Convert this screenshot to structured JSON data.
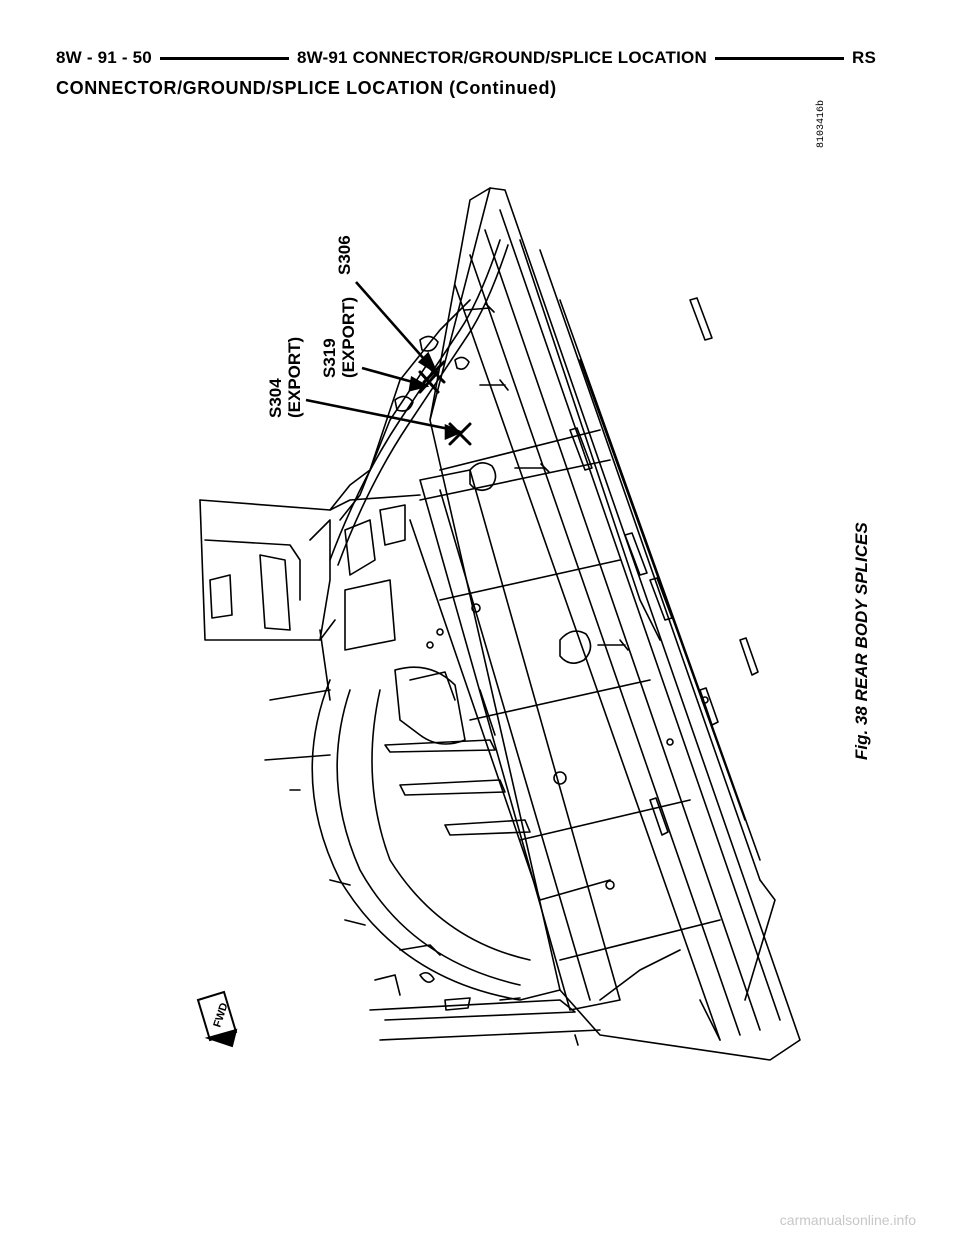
{
  "header": {
    "left": "8W - 91 - 50",
    "center": "8W-91 CONNECTOR/GROUND/SPLICE LOCATION",
    "right": "RS"
  },
  "subheading": "CONNECTOR/GROUND/SPLICE LOCATION (Continued)",
  "figure": {
    "id": "8103416b",
    "caption": "Fig. 38 REAR BODY SPLICES",
    "callouts": {
      "s306": "S306",
      "s319": "S319",
      "s319_sub": "(EXPORT)",
      "s304": "S304",
      "s304_sub": "(EXPORT)"
    },
    "fwd_label": "FWD"
  },
  "watermark": "carmanualsonline.info"
}
